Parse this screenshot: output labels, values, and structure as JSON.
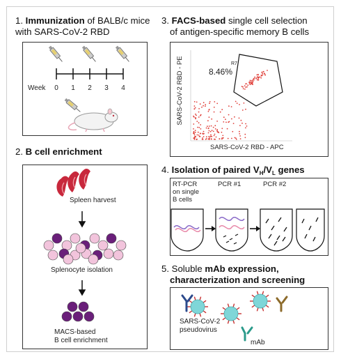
{
  "panel1": {
    "number": "1.",
    "title_bold": "Immunization",
    "title_rest": " of BALB/c mice",
    "title_line2": "with SARS-CoV-2 RBD",
    "week_label": "Week",
    "weeks": [
      "0",
      "1",
      "2",
      "3",
      "4"
    ]
  },
  "panel2": {
    "number": "2.",
    "title_bold": "B cell enrichment",
    "spleen_label": "Spleen harvest",
    "splenocyte_label": "Splenocyte isolation",
    "macs_line1": "MACS-based",
    "macs_line2": "B cell enrichment"
  },
  "panel3": {
    "number": "3.",
    "title_bold": "FACS-based",
    "title_rest": " single cell selection",
    "title_line2": "of antigen-specific memory B cells",
    "gate_name": "R7",
    "gate_percent": "8.46%",
    "y_axis": "SARS-CoV-2 RBD - PE",
    "x_axis": "SARS-CoV-2 RBD - APC"
  },
  "panel4": {
    "number": "4.",
    "title_bold": "Isolation of paired V",
    "sub_h": "H",
    "slash": "/V",
    "sub_l": "L",
    "title_end": " genes",
    "rtpcr_lines": [
      "RT-PCR",
      "on single",
      "B cells"
    ],
    "pcr1": "PCR #1",
    "pcr2": "PCR #2"
  },
  "panel5": {
    "number": "5.",
    "title_rest": "Soluble ",
    "title_bold1": "mAb expression,",
    "title_line2": "characterization and screening",
    "virus_line1": "SARS-CoV-2",
    "virus_line2": "pseudovirus",
    "mab_label": "mAb"
  },
  "colors": {
    "spleen": "#c8283c",
    "splenocyte_light": "#f2c4dc",
    "splenocyte_dark": "#6a1f7a",
    "b_cell": "#6a1f7a",
    "dots": "#e0403a",
    "virus": "#7fd6d8",
    "spike": "#c83232",
    "antibody_blue": "#2c4a8c",
    "antibody_teal": "#2a9a8a",
    "antibody_brown": "#8c6a2a",
    "dna_purple": "#8a6ac8",
    "dna_pink": "#e88aaa"
  }
}
